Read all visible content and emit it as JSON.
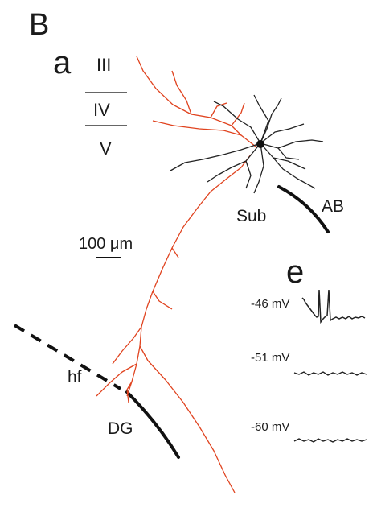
{
  "panel_label": "B",
  "subpanel_a": "a",
  "subpanel_e": "e",
  "layers": [
    "III",
    "IV",
    "V"
  ],
  "regions": {
    "sub": "Sub",
    "ab": "AB",
    "hf": "hf",
    "dg": "DG"
  },
  "scale_bar": "100 μm",
  "traces": [
    {
      "label": "-46 mV",
      "pattern": "spikes",
      "spike_count": 2
    },
    {
      "label": "-51 mV",
      "pattern": "flat"
    },
    {
      "label": "-60 mV",
      "pattern": "flat"
    }
  ],
  "colors": {
    "axon": "#e0431f",
    "dendrite": "#222222",
    "soma": "#111111",
    "text": "#1a1a1a"
  }
}
